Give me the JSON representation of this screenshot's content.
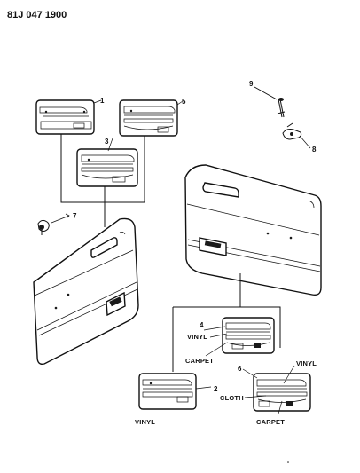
{
  "header": {
    "code": "81J 047 1900"
  },
  "callouts": [
    "1",
    "2",
    "3",
    "4",
    "5",
    "6",
    "7",
    "8",
    "9"
  ],
  "labels": {
    "vinyl": "VINYL",
    "carpet": "CARPET",
    "cloth": "CLOTH"
  }
}
